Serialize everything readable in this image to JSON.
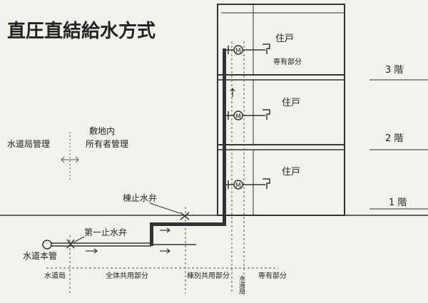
{
  "title": "直圧直結給水方式",
  "labels": {
    "dwelling": "住戸",
    "private_part": "専有部分",
    "floor3": "3 階",
    "floor2": "2 階",
    "floor1": "1 階",
    "premises": "敷地内",
    "owner_mgmt": "所有者管理",
    "waterworks_mgmt": "水道局管理",
    "building_valve": "棟止水弁",
    "first_valve": "第一止水弁",
    "main_pipe": "水道本管",
    "bottom_waterworks": "水道局",
    "bottom_common_all": "全体共用部分",
    "bottom_common_bldg": "棟別共用部分",
    "bottom_waterworks_vertical": "水道局",
    "bottom_private": "専有部分"
  },
  "colors": {
    "background": "#f2f1ec",
    "line": "#333333",
    "dotted": "#555555"
  }
}
